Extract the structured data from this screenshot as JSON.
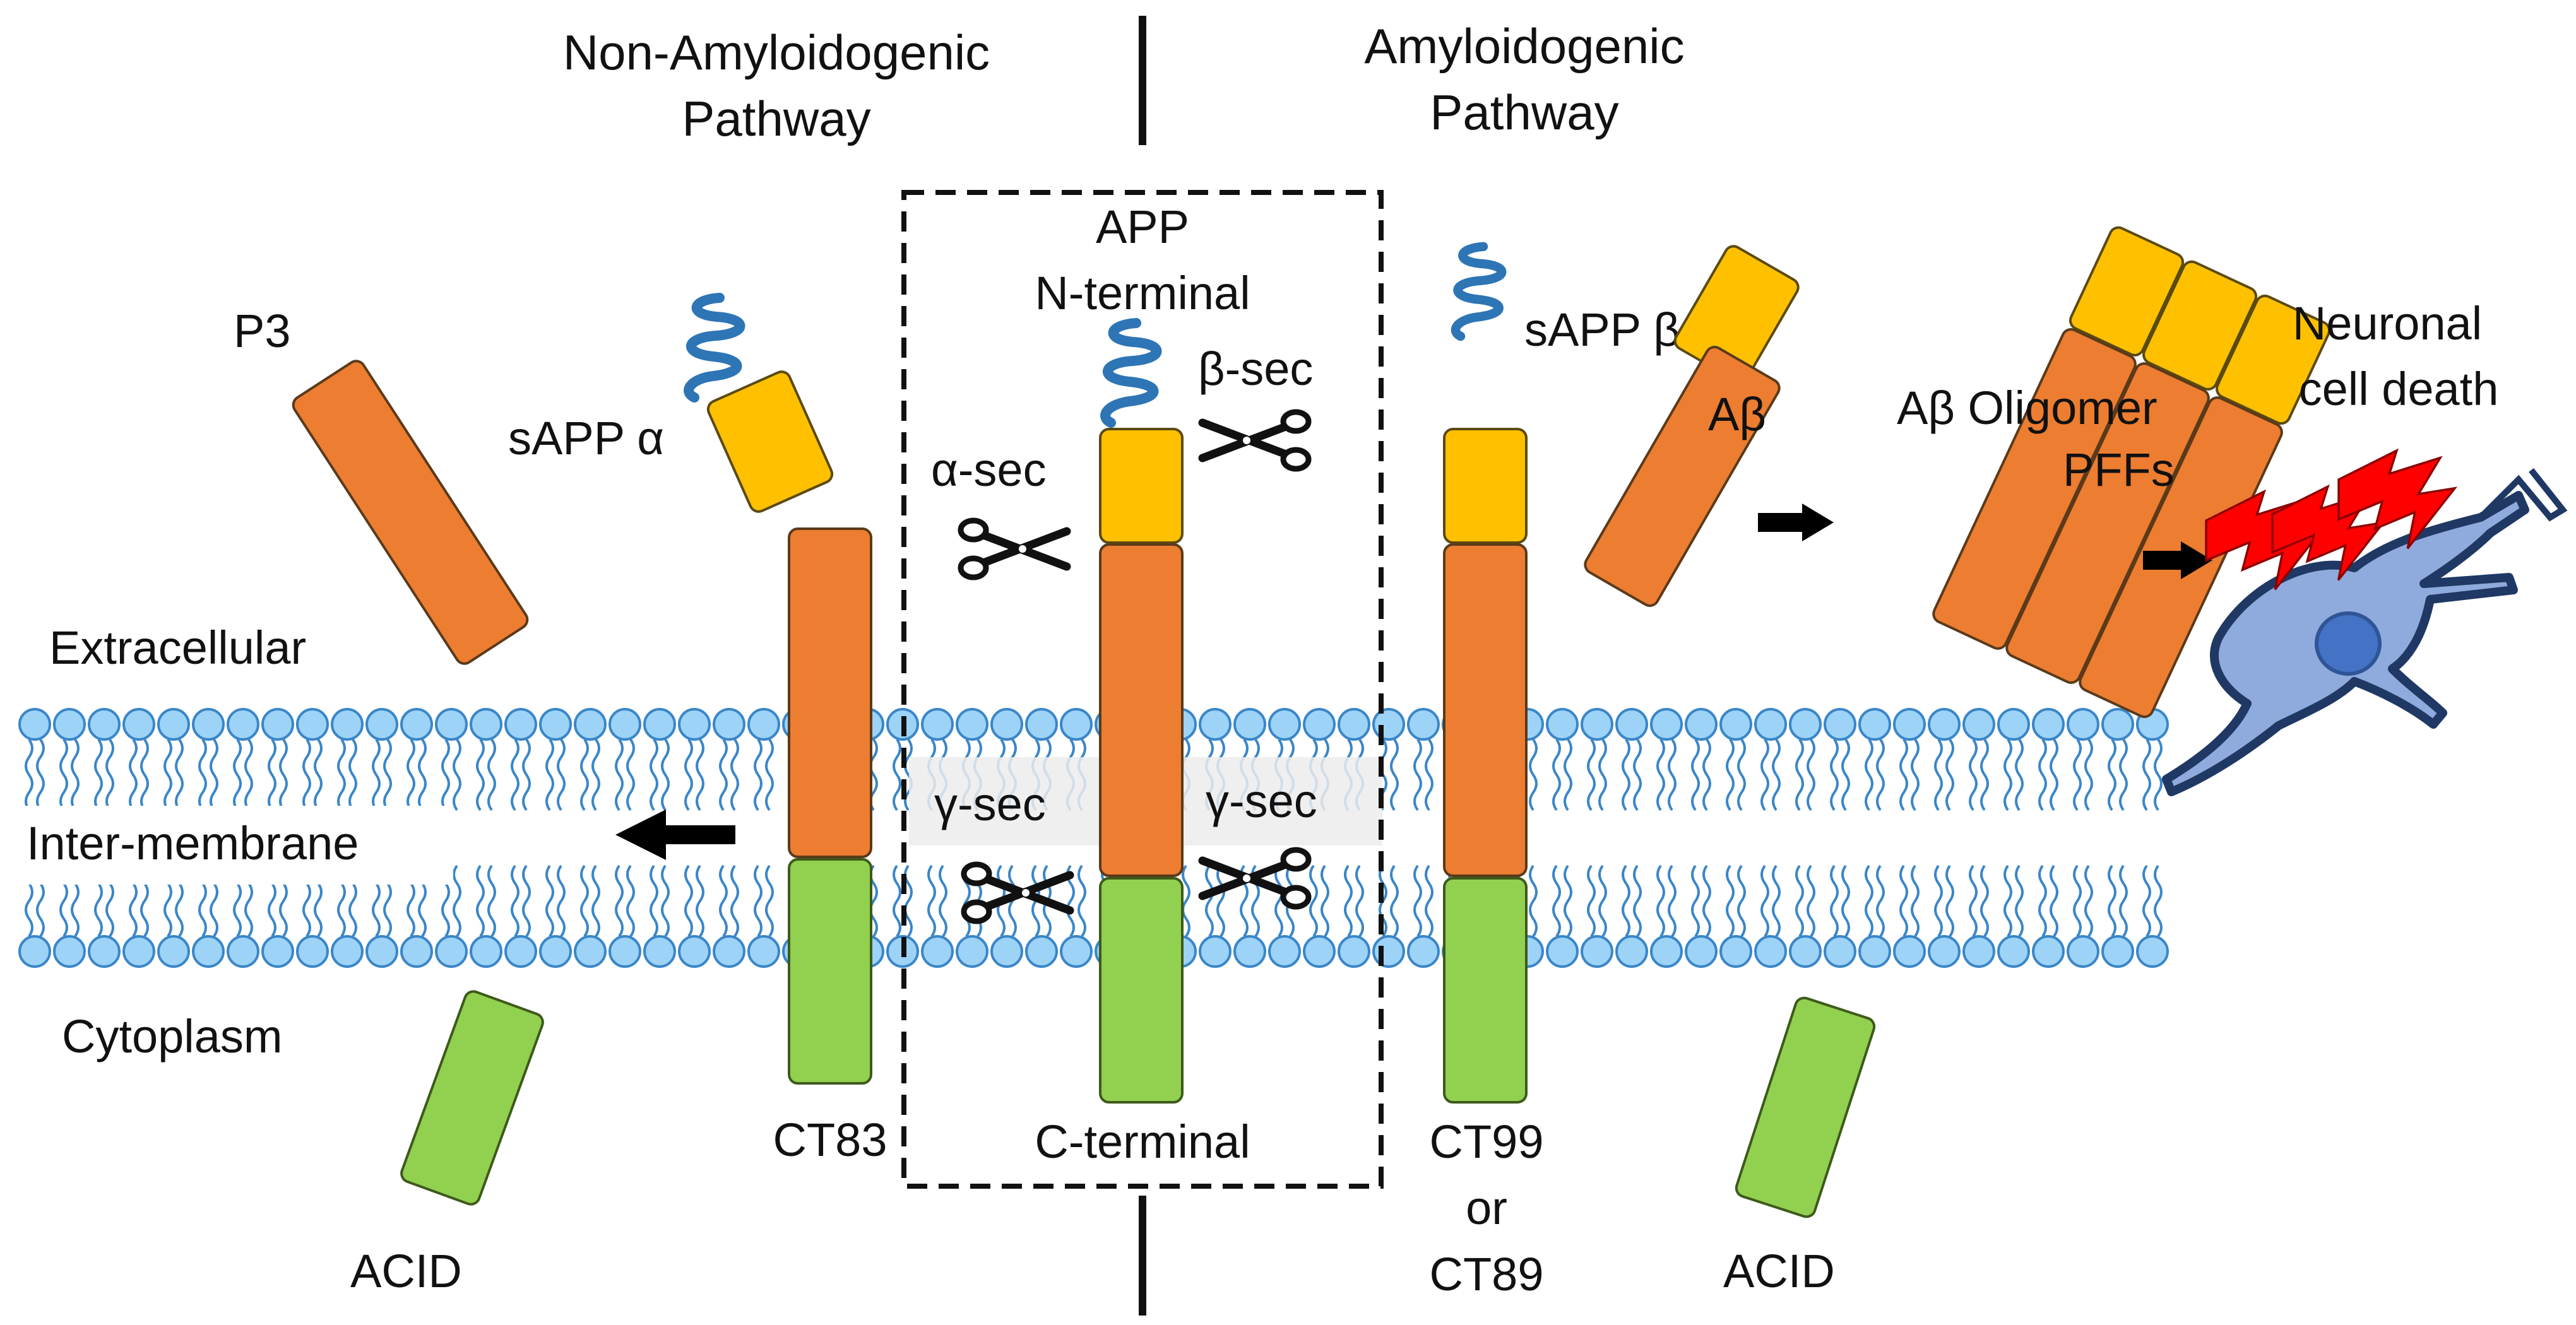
{
  "headings": {
    "non_amyloidogenic": [
      "Non-Amyloidogenic",
      "Pathway"
    ],
    "amyloidogenic": [
      "Amyloidogenic",
      "Pathway"
    ]
  },
  "regions": {
    "extracellular": "Extracellular",
    "inter_membrane": "Inter-membrane",
    "cytoplasm": "Cytoplasm"
  },
  "labels": {
    "p3": "P3",
    "sapp_alpha": "sAPP α",
    "sapp_beta": "sAPP β",
    "ct83": "CT83",
    "ct99": [
      "CT99",
      "or",
      "CT89"
    ],
    "acid_left": "ACID",
    "acid_right": "ACID",
    "app_n_terminal": [
      "APP",
      "N-terminal"
    ],
    "c_terminal": "C-terminal",
    "alpha_sec": "α-sec",
    "beta_sec": "β-sec",
    "gamma_sec_left": "γ-sec",
    "gamma_sec_right": "γ-sec",
    "abeta": "Aβ",
    "abeta_oligomer": "Aβ Oligomer",
    "pffs": "PFFs",
    "neuronal_death": [
      "Neuronal",
      "cell death"
    ]
  },
  "colors": {
    "orange": "#ED7D31",
    "yellow": "#FFC000",
    "green": "#92D050",
    "helix_blue": "#2E75B6",
    "membrane_head": "#9DD3F7",
    "membrane_line": "#3A86C8",
    "neuron_fill": "#8FAADC",
    "neuron_outline": "#1F3864",
    "neuron_nucleus": "#4472C4",
    "bolt": "#FF0000",
    "arrow": "#000000"
  },
  "icons": [
    "scissors-icon",
    "lightning-icon",
    "neuron-icon",
    "alpha-helix-icon",
    "arrow-icon"
  ]
}
